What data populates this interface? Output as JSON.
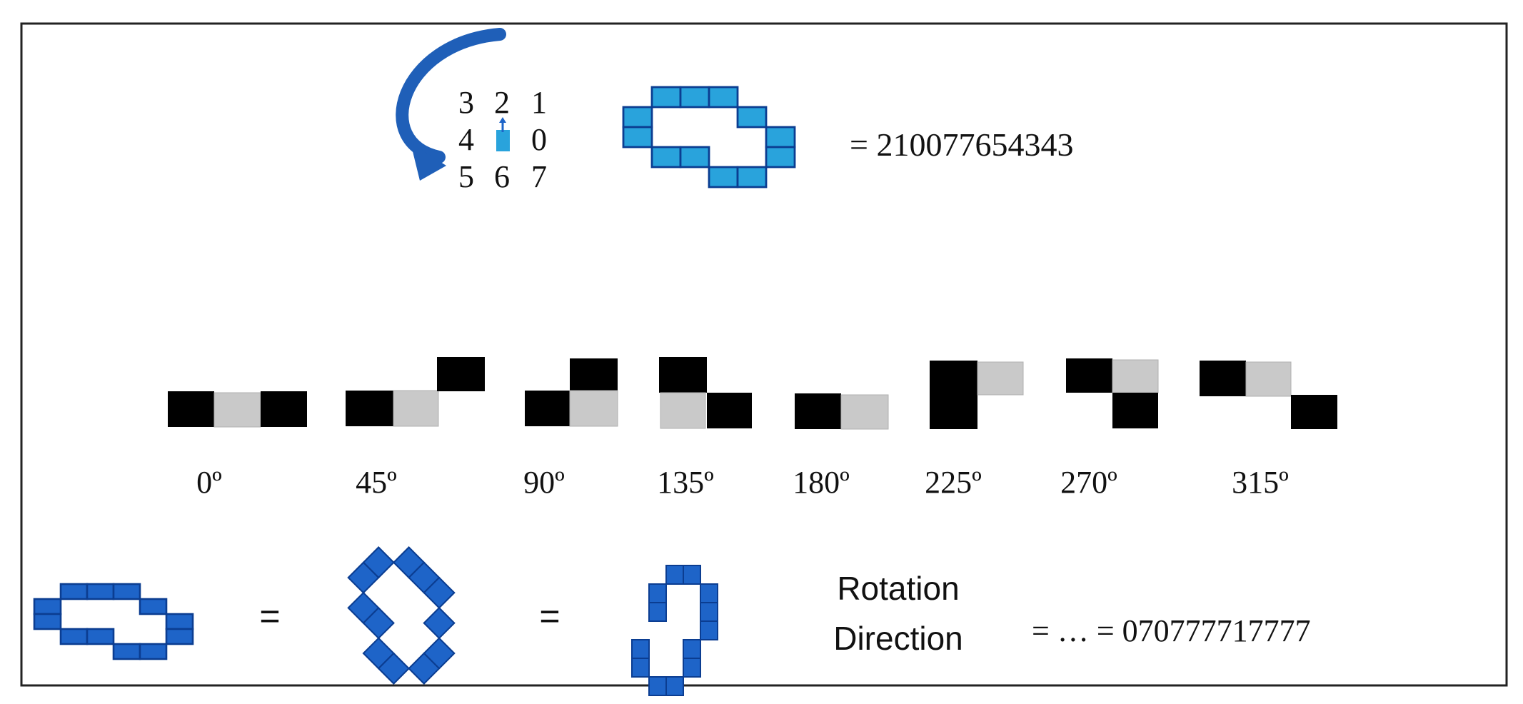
{
  "chain_code": {
    "grid_digits": [
      "3",
      "2",
      "1",
      "4",
      "0",
      "5",
      "6",
      "7"
    ],
    "code_text": "= 210077654343"
  },
  "rotations": {
    "angles": [
      "0º",
      "45º",
      "90º",
      "135º",
      "180º",
      "225º",
      "270º",
      "315º"
    ]
  },
  "rotation_invariance": {
    "equals_1": "=",
    "equals_2": "=",
    "caption_line_1": "Rotation",
    "caption_line_2": "Direction",
    "code_text": "= … = 070777717777"
  },
  "colors": {
    "light_blue": "#29a3dc",
    "dark_blue": "#1e64c8",
    "black": "#000000",
    "gray": "#c9c9c9"
  }
}
